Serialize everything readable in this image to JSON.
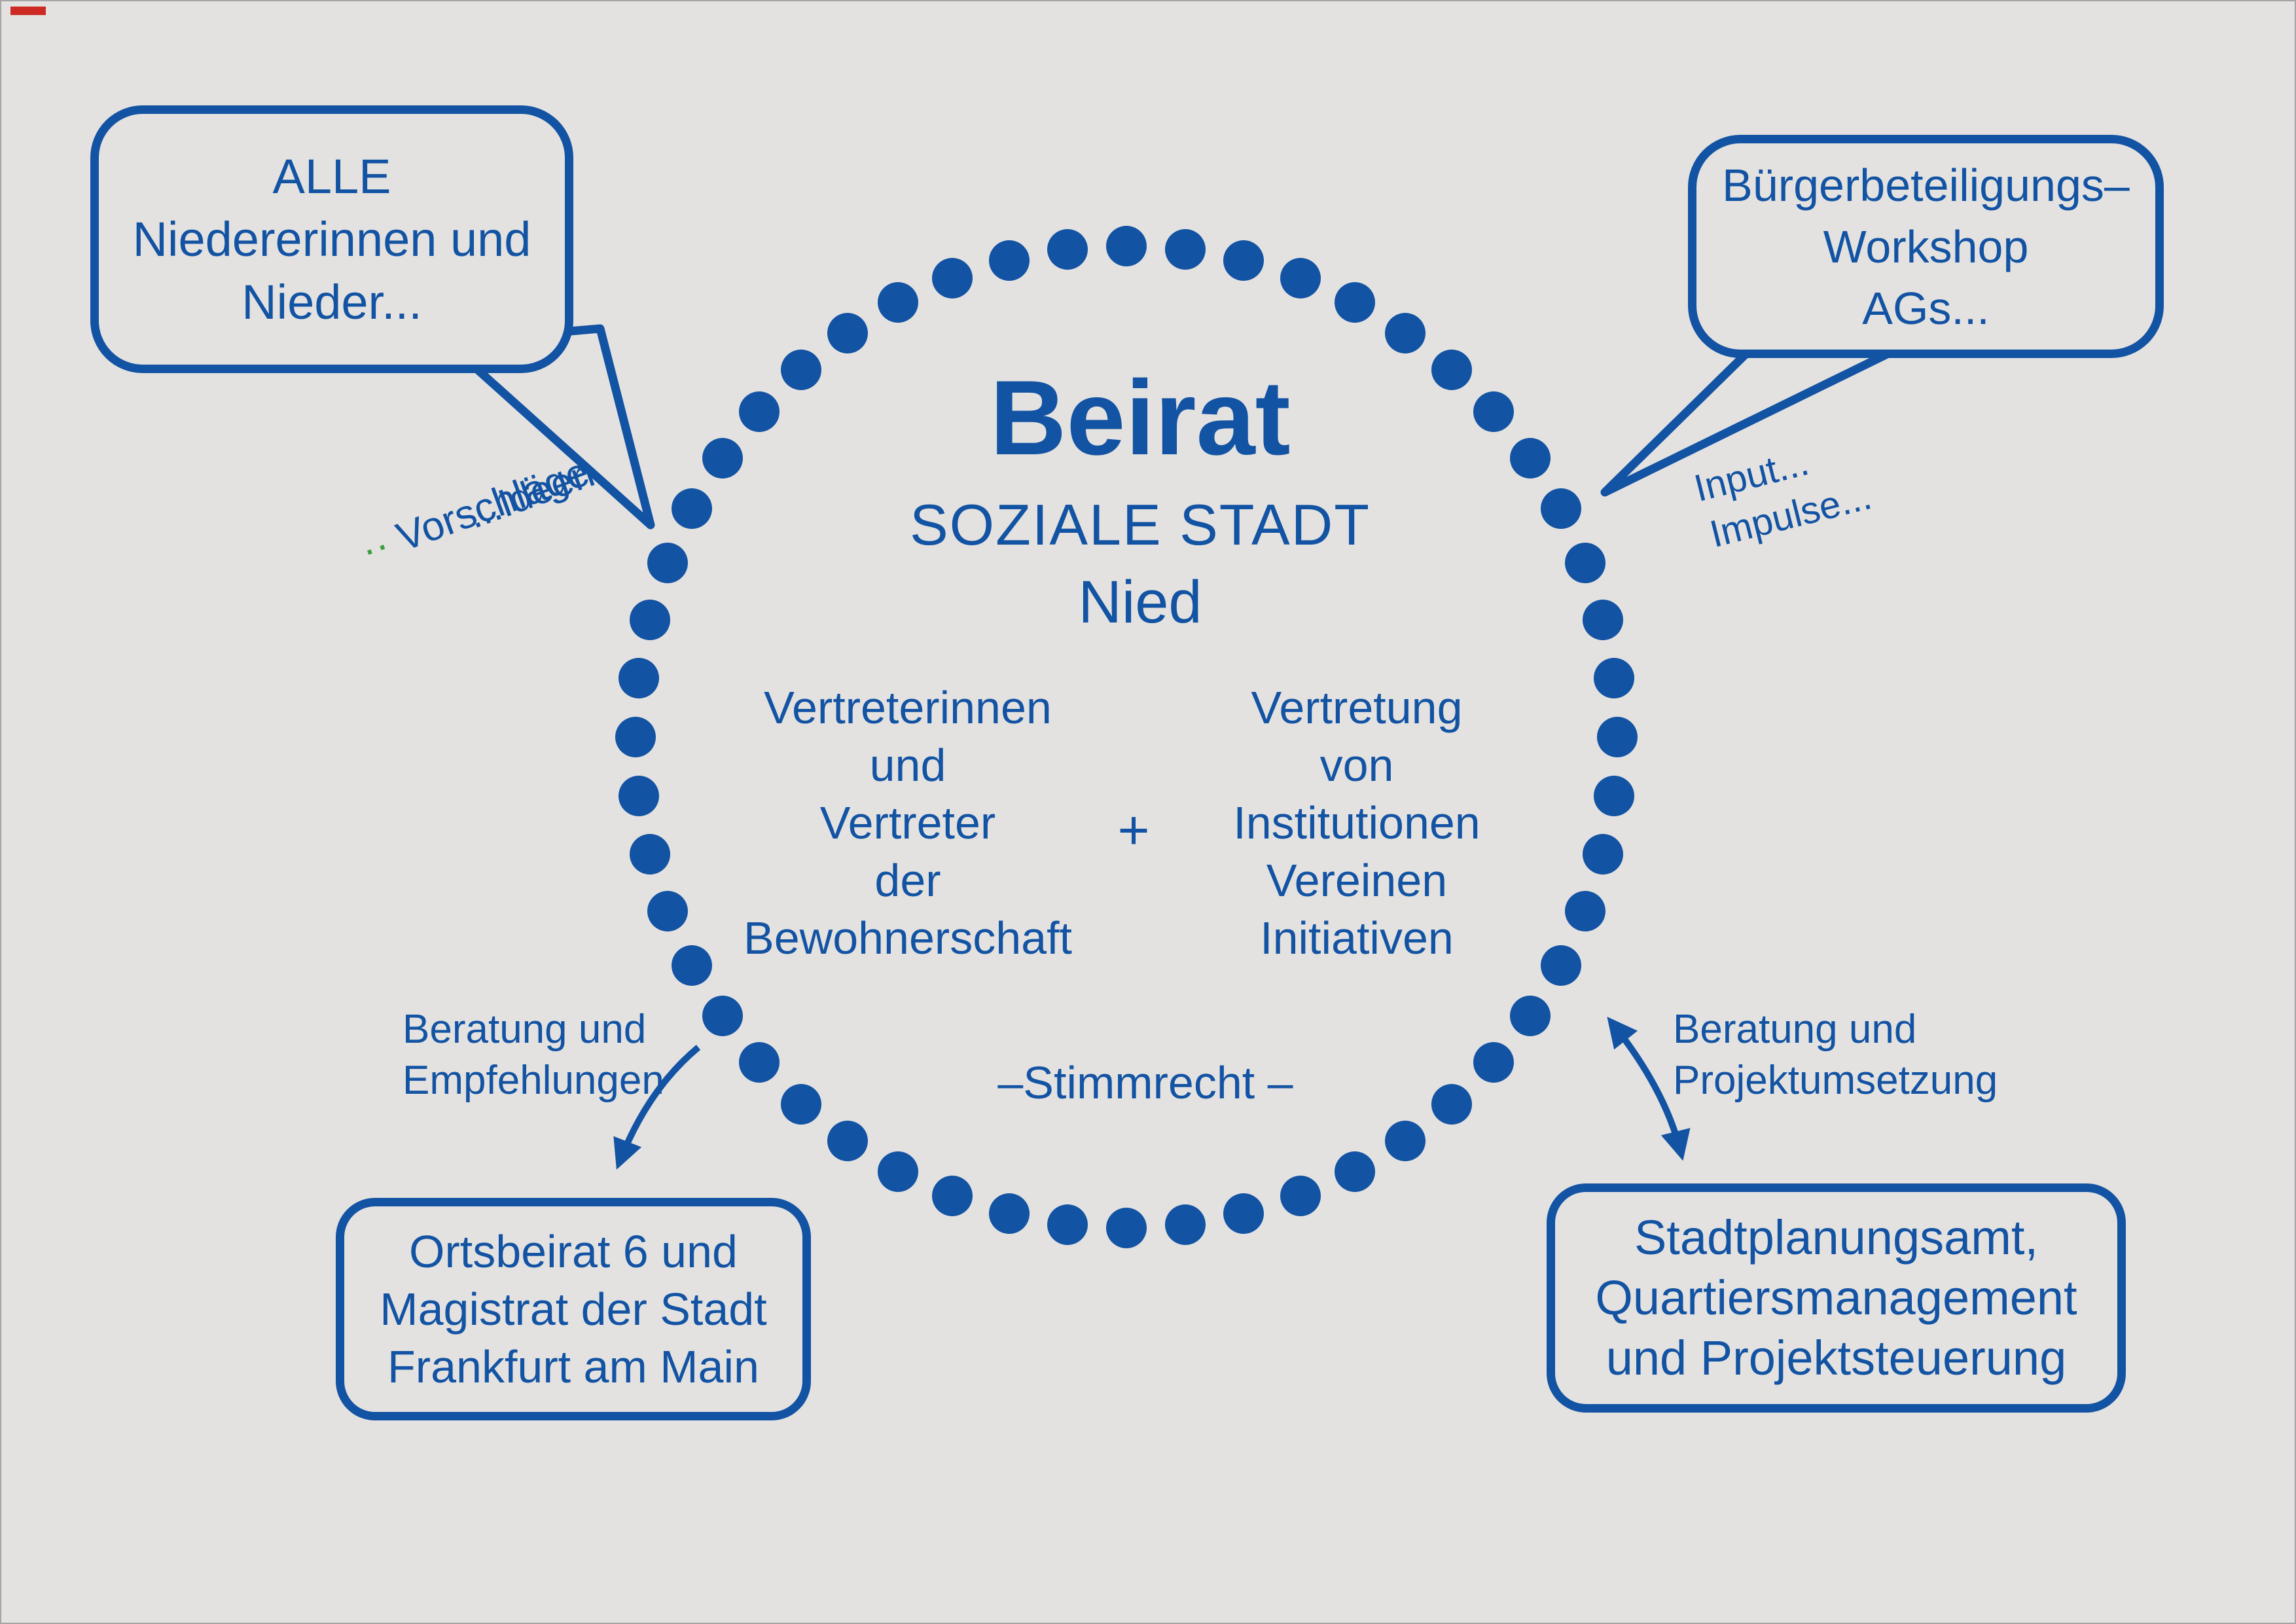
{
  "colors": {
    "accent": "#1353a3",
    "background": "#e3e2e0",
    "green_mark": "#3aa03a",
    "red_mark": "#cc2a22"
  },
  "center": {
    "title": "Beirat",
    "subtitle": "SOZIALE STADT",
    "region": "Nied",
    "left_column": [
      "Vertreterinnen",
      "und",
      "Vertreter",
      "der",
      "Bewohnerschaft"
    ],
    "plus": "+",
    "right_column": [
      "Vertretung",
      "von",
      "Institutionen",
      "Vereinen",
      "Initiativen"
    ],
    "voting_note": "–Stimmrecht  –"
  },
  "bubbles": {
    "top_left": {
      "lines": [
        "ALLE",
        "Niedererinnen und",
        "Nieder..."
      ]
    },
    "top_right": {
      "lines": [
        "Bürgerbeteiligungs–",
        "Workshop",
        "AGs..."
      ]
    }
  },
  "labels": {
    "ideen": "...Ideen",
    "vorschlaege_prefix": "··",
    "vorschlaege": " Vorschläge",
    "input": "Input...",
    "impulse": "Impulse...",
    "advice_left": [
      "Beratung und",
      "Empfehlungen"
    ],
    "advice_right": [
      "Beratung und",
      "Projektumsetzung"
    ]
  },
  "boxes": {
    "bottom_left": {
      "lines": [
        "Ortsbeirat 6 und",
        "Magistrat der Stadt",
        "Frankfurt am Main"
      ]
    },
    "bottom_right": {
      "lines": [
        "Stadtplanungsamt,",
        "Quartiersmanagement",
        "und Projektsteuerung"
      ]
    }
  }
}
